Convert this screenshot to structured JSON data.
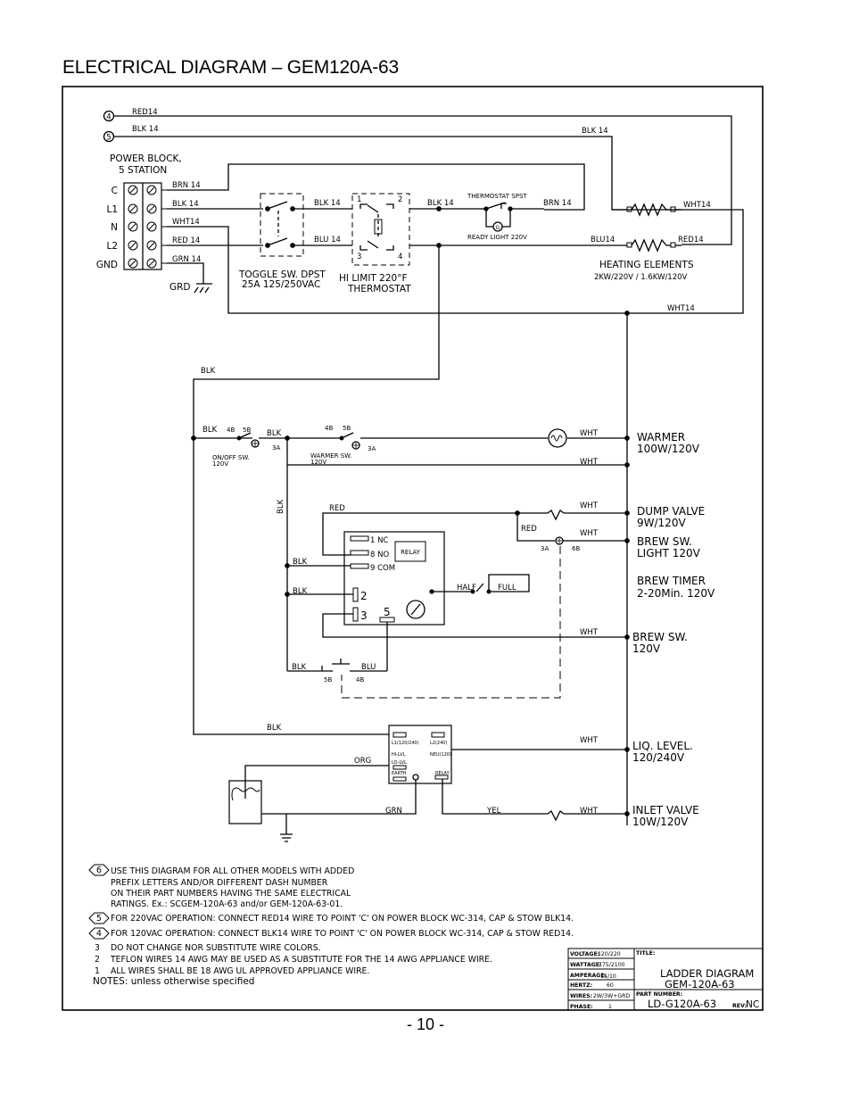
{
  "page": {
    "title": "ELECTRICAL DIAGRAM – GEM120A-63",
    "number": "- 10 -"
  },
  "terminals": {
    "t4": "4",
    "t5": "5"
  },
  "wires": {
    "red14": "RED14",
    "blk14_top": "BLK 14",
    "blk14_right": "BLK 14",
    "brn14": "BRN 14",
    "blk14_pb": "BLK 14",
    "wht14_pb": "WHT14",
    "red14_pb": "RED 14",
    "grn14_pb": "GRN 14",
    "blk14_toggle": "BLK 14",
    "blu14_toggle": "BLU 14",
    "blk14_hl": "BLK 14",
    "brn14_ts": "BRN 14",
    "wht14_he": "WHT14",
    "blu14_he": "BLU14",
    "red14_he": "RED14",
    "wht14_bottom": "WHT14",
    "blk_main": "BLK",
    "blk_w1": "BLK",
    "blk_w2": "BLK",
    "blk_vert": "BLK",
    "wht_w1": "WHT",
    "wht_w2": "WHT",
    "red_dump": "RED",
    "wht_dump": "WHT",
    "red_bsl": "RED",
    "wht_bsl": "WHT",
    "blk_com": "BLK",
    "blk_2": "BLK",
    "wht_bsw": "WHT",
    "blk_sw": "BLK",
    "blu_sw": "BLU",
    "blk_liq": "BLK",
    "wht_liq": "WHT",
    "org": "ORG",
    "grn": "GRN",
    "yel": "YEL",
    "wht_inlet": "WHT"
  },
  "power_block": {
    "title_line1": "POWER BLOCK,",
    "title_line2": "5 STATION",
    "terminals": [
      "C",
      "L1",
      "N",
      "L2",
      "GND"
    ],
    "ground": "GRD"
  },
  "components": {
    "toggle_line1": "TOGGLE SW. DPST",
    "toggle_line2": "25A 125/250VAC",
    "hi_limit_line1": "HI LIMIT 220°F",
    "hi_limit_line2": "THERMOSTAT",
    "hl_1": "1",
    "hl_2": "2",
    "hl_3": "3",
    "hl_4": "4",
    "thermostat_spst": "THERMOSTAT SPST",
    "ready_light": "READY LIGHT 220V",
    "g": "G",
    "heating_line1": "HEATING ELEMENTS",
    "heating_line2": "2KW/220V / 1.6KW/120V",
    "sw_4b_a": "4B",
    "sw_5b_a": "5B",
    "sw_3a_a": "3A",
    "sw_4b_b": "4B",
    "sw_5b_b": "5B",
    "sw_3a_b": "3A",
    "onoff_line1": "ON/OFF SW.",
    "onoff_line2": "120V",
    "warmer_sw_line1": "WARMER SW.",
    "warmer_sw_line2": "120V",
    "bsl_3a": "3A",
    "bsl_6b": "6B",
    "relay_1nc": "1 NC",
    "relay_8no": "8 NO",
    "relay_9com": "9 COM",
    "relay": "RELAY",
    "relay_2": "2",
    "relay_3": "3",
    "relay_5": "5",
    "half": "HALF",
    "full": "FULL",
    "sw_5b": "5B",
    "sw_4b": "4B",
    "ll_l1": "L1(120/240)",
    "ll_l2": "L2(240)",
    "ll_hi": "HI-LVL",
    "ll_lo": "LO-LVL",
    "ll_neu": "NEU(120)",
    "ll_earth": "EARTH",
    "ll_relay": "RELAY"
  },
  "loads": {
    "warmer_1": "WARMER",
    "warmer_2": "100W/120V",
    "dump_1": "DUMP VALVE",
    "dump_2": "9W/120V",
    "bsl_1": "BREW SW.",
    "bsl_2": "LIGHT 120V",
    "timer_1": "BREW TIMER",
    "timer_2": "2-20Min. 120V",
    "bsw_1": "BREW SW.",
    "bsw_2": "120V",
    "liq_1": "LIQ. LEVEL.",
    "liq_2": "120/240V",
    "inlet_1": "INLET VALVE",
    "inlet_2": "10W/120V"
  },
  "notes": {
    "n6_num": "6",
    "n6_1": "USE THIS DIAGRAM FOR ALL OTHER MODELS WITH ADDED",
    "n6_2": "PREFIX LETTERS AND/OR DIFFERENT DASH NUMBER",
    "n6_3": "ON THEIR PART NUMBERS HAVING THE SAME ELECTRICAL",
    "n6_4": "RATINGS. Ex.: SCGEM-120A-63 and/or GEM-120A-63-01.",
    "n5_num": "5",
    "n5": "FOR 220VAC OPERATION: CONNECT RED14 WIRE TO POINT 'C' ON POWER BLOCK WC-314, CAP & STOW BLK14.",
    "n4_num": "4",
    "n4": "FOR 120VAC OPERATION: CONNECT BLK14 WIRE TO POINT 'C' ON POWER BLOCK WC-314, CAP & STOW RED14.",
    "n3_num": "3",
    "n3": "DO NOT CHANGE NOR SUBSTITUTE WIRE COLORS.",
    "n2_num": "2",
    "n2": "TEFLON WIRES 14 AWG MAY BE USED AS A SUBSTITUTE FOR THE 14 AWG APPLIANCE WIRE.",
    "n1_num": "1",
    "n1": "ALL WIRES SHALL BE 18 AWG UL APPROVED APPLIANCE WIRE.",
    "footer": "NOTES: unless otherwise specified"
  },
  "title_block": {
    "voltage_label": "VOLTAGE:",
    "voltage": "120/220",
    "wattage_label": "WATTAGE:",
    "wattage": "1775/2100",
    "amperage_label": "AMPERAGE:",
    "amperage": "15/10",
    "hertz_label": "HERTZ:",
    "hertz": "60",
    "wires_label": "WIRES:",
    "wires": "2W/3W+GRD",
    "phase_label": "PHASE:",
    "phase": "1",
    "title_label": "TITLE:",
    "title1": "LADDER DIAGRAM",
    "title2": "GEM-120A-63",
    "part_label": "PART NUMBER:",
    "part": "LD-G120A-63",
    "rev_label": "REV:",
    "rev": "NC"
  }
}
